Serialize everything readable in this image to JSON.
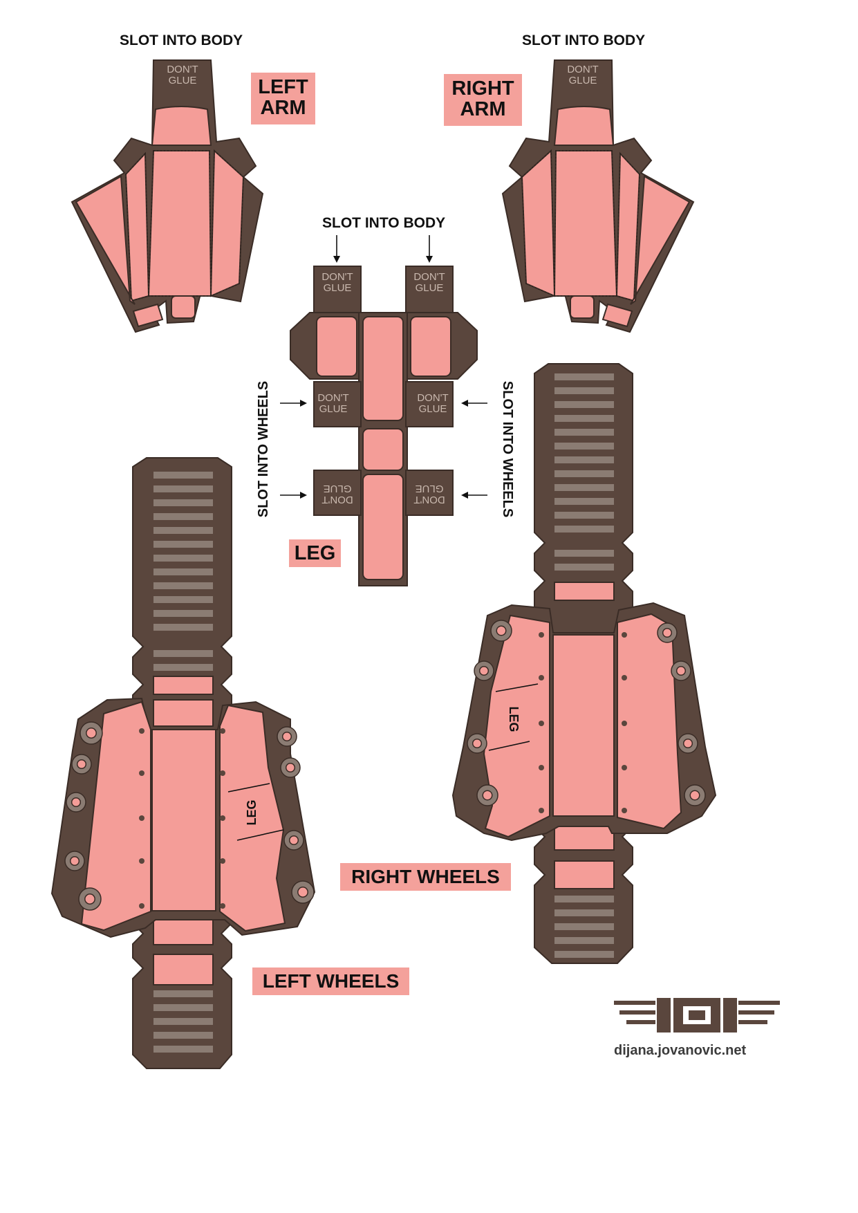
{
  "labels": {
    "slot_into_body": "SLOT INTO BODY",
    "slot_into_wheels": "SLOT INTO WHEELS",
    "dont_glue_1": "DON'T",
    "dont_glue_2": "GLUE",
    "leg_stamp": "LEG"
  },
  "parts": {
    "left_arm_1": "LEFT",
    "left_arm_2": "ARM",
    "right_arm_1": "RIGHT",
    "right_arm_2": "ARM",
    "leg": "LEG",
    "right_wheels": "RIGHT WHEELS",
    "left_wheels": "LEFT WHEELS"
  },
  "credit": "dijana.jovanovic.net",
  "colors": {
    "fill": "#f49d98",
    "brown": "#5a463d",
    "tread": "#8b7c73",
    "accent_tag": "#f4a19b"
  }
}
